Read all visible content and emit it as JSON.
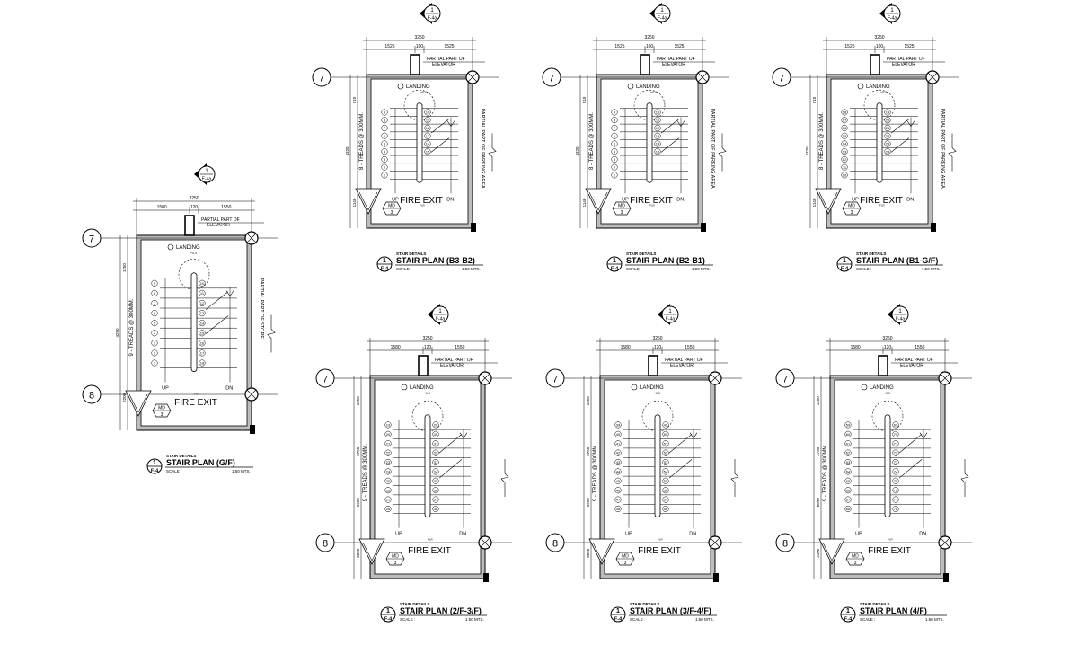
{
  "plans": [
    {
      "id": "gf",
      "detail_label": "STAIR DETAILS",
      "title": "STAIR PLAN (G/F)",
      "scale_label": "SCALE :",
      "scale_value": "1:50 MTS.",
      "callout_number": "1",
      "callout_sheet": "F-4",
      "section_ref_number": "1",
      "section_ref_sheet": "F-4a",
      "grid_top": "7",
      "grid_bottom": "8",
      "landing_label": "LANDING",
      "fire_exit": "FIRE EXIT",
      "up_label": "UP",
      "dn_label": "DN.",
      "elevator_note": [
        "PARTIAL PART OF",
        "ELEVATOR"
      ],
      "side_note": "PARTIAL PART OF STORE",
      "treads_note": "9 - TREADS @ 300MM.",
      "dim_overall": "3250",
      "dim_parts": [
        "1580",
        "120",
        "1550"
      ],
      "dim_vertical": [
        "1250",
        "4290",
        "2200"
      ],
      "tag_top": "MD",
      "tag_bottom": "3",
      "left_numbers": [
        "9",
        "8",
        "7",
        "6",
        "5",
        "4",
        "3",
        "2",
        "1"
      ],
      "right_numbers": [
        "10",
        "11",
        "12",
        "13",
        "14",
        "15",
        "16",
        "17",
        "18"
      ]
    },
    {
      "id": "b3b2",
      "detail_label": "STAIR DETAILS",
      "title": "STAIR PLAN (B3-B2)",
      "scale_label": "SCALE :",
      "scale_value": "1:50 MTS.",
      "callout_number": "1",
      "callout_sheet": "F-4",
      "section_ref_number": "1",
      "section_ref_sheet": "F-4a",
      "grid_top": "7",
      "grid_bottom": "",
      "landing_label": "LANDING",
      "fire_exit": "FIRE EXIT",
      "up_label": "UP",
      "dn_label": "DN.",
      "elevator_note": [
        "PARTIAL PART OF",
        "ELEVATOR"
      ],
      "side_note": "PARTIAL PART OF PARKING AREA",
      "treads_note": "8 - TREADS @ 300MM.",
      "dim_overall": "3250",
      "dim_parts": [
        "1525",
        "100",
        "1525"
      ],
      "dim_vertical": [
        "910",
        "4320",
        "1140"
      ],
      "tag_top": "MD",
      "tag_bottom": "3",
      "left_numbers": [
        "9",
        "8",
        "7",
        "6",
        "5",
        "4",
        "3",
        "2",
        "1"
      ],
      "right_numbers": [
        "10",
        "11",
        "12",
        "13",
        "14",
        "15"
      ]
    },
    {
      "id": "b2b1",
      "detail_label": "STAIR DETAILS",
      "title": "STAIR PLAN (B2-B1)",
      "scale_label": "SCALE :",
      "scale_value": "1:50 MTS.",
      "callout_number": "1",
      "callout_sheet": "F-4",
      "section_ref_number": "1",
      "section_ref_sheet": "F-4a",
      "grid_top": "7",
      "grid_bottom": "",
      "landing_label": "LANDING",
      "fire_exit": "FIRE EXIT",
      "up_label": "UP",
      "dn_label": "DN.",
      "elevator_note": [
        "PARTIAL PART OF",
        "ELEVATOR"
      ],
      "side_note": "PARTIAL PART OF PARKING AREA",
      "treads_note": "8 - TREADS @ 300MM.",
      "dim_overall": "3250",
      "dim_parts": [
        "1525",
        "100",
        "1525"
      ],
      "dim_vertical": [
        "910",
        "4320",
        "1140"
      ],
      "tag_top": "MD",
      "tag_bottom": "3",
      "left_numbers": [
        "9",
        "8",
        "7",
        "6",
        "5",
        "4",
        "3",
        "2",
        "1"
      ],
      "right_numbers": [
        "10",
        "11",
        "12",
        "13",
        "14",
        "15"
      ]
    },
    {
      "id": "b1gf",
      "detail_label": "STAIR DETAILS",
      "title": "STAIR PLAN (B1-G/F)",
      "scale_label": "SCALE :",
      "scale_value": "1:50 MTS.",
      "callout_number": "1",
      "callout_sheet": "F-4",
      "section_ref_number": "1",
      "section_ref_sheet": "F-4a",
      "grid_top": "7",
      "grid_bottom": "",
      "landing_label": "LANDING",
      "fire_exit": "FIRE EXIT",
      "up_label": "UP",
      "dn_label": "DN.",
      "elevator_note": [
        "PARTIAL PART OF",
        "ELEVATOR"
      ],
      "side_note": "PARTIAL PART OF PARKING AREA",
      "treads_note": "8 - TREADS @ 300MM.",
      "dim_overall": "3250",
      "dim_parts": [
        "1525",
        "100",
        "1525"
      ],
      "dim_vertical": [
        "910",
        "4320",
        "1140"
      ],
      "tag_top": "MD",
      "tag_bottom": "3",
      "left_numbers": [
        "18",
        "17",
        "16",
        "15",
        "14",
        "13",
        "12",
        "11",
        "10"
      ],
      "right_numbers": [
        "19",
        "20",
        "21",
        "22",
        "23",
        "24"
      ]
    },
    {
      "id": "2f3f",
      "detail_label": "STAIR DETAILS",
      "title": "STAIR PLAN (2/F-3/F)",
      "scale_label": "SCALE :",
      "scale_value": "1:50 MTS.",
      "callout_number": "1",
      "callout_sheet": "F-4",
      "section_ref_number": "1",
      "section_ref_sheet": "F-4a",
      "grid_top": "7",
      "grid_bottom": "8",
      "landing_label": "LANDING",
      "fire_exit": "FIRE EXIT",
      "up_label": "UP",
      "dn_label": "DN.",
      "elevator_note": [
        "PARTIAL PART OF",
        "ELEVATOR"
      ],
      "side_note": "",
      "treads_note": "9 - TREADS @ 300MM.",
      "dim_overall": "3250",
      "dim_parts": [
        "1580",
        "120",
        "1550"
      ],
      "dim_vertical": [
        "1250",
        "2750",
        "6690",
        "2200"
      ],
      "tag_top": "MD",
      "tag_bottom": "3",
      "left_numbers": [
        "19",
        "20",
        "21",
        "22",
        "23",
        "24",
        "25",
        "26",
        "27",
        "28"
      ],
      "right_numbers": [
        "29",
        "30",
        "31",
        "32",
        "33",
        "34",
        "35",
        "36",
        "37",
        "38"
      ]
    },
    {
      "id": "3f4f",
      "detail_label": "STAIR DETAILS",
      "title": "STAIR PLAN (3/F-4/F)",
      "scale_label": "SCALE :",
      "scale_value": "1:50 MTS.",
      "callout_number": "1",
      "callout_sheet": "F-4",
      "section_ref_number": "1",
      "section_ref_sheet": "F-4a",
      "grid_top": "7",
      "grid_bottom": "8",
      "landing_label": "LANDING",
      "fire_exit": "FIRE EXIT",
      "up_label": "UP",
      "dn_label": "DN.",
      "elevator_note": [
        "PARTIAL PART OF",
        "ELEVATOR"
      ],
      "side_note": "",
      "treads_note": "9 - TREADS @ 300MM.",
      "dim_overall": "3250",
      "dim_parts": [
        "1580",
        "120",
        "1550"
      ],
      "dim_vertical": [
        "1250",
        "2750",
        "6690",
        "2200"
      ],
      "tag_top": "MD",
      "tag_bottom": "3",
      "left_numbers": [
        "39",
        "40",
        "41",
        "42",
        "43",
        "44",
        "45",
        "46",
        "47",
        "48"
      ],
      "right_numbers": [
        "49",
        "50",
        "51",
        "52",
        "53",
        "54",
        "55",
        "56",
        "57",
        "58"
      ]
    },
    {
      "id": "4f",
      "detail_label": "STAIR DETAILS",
      "title": "STAIR PLAN (4/F)",
      "scale_label": "SCALE :",
      "scale_value": "1:50 MTS.",
      "callout_number": "1",
      "callout_sheet": "F-4",
      "section_ref_number": "1",
      "section_ref_sheet": "F-4a",
      "grid_top": "7",
      "grid_bottom": "8",
      "landing_label": "LANDING",
      "fire_exit": "FIRE EXIT",
      "up_label": "UP",
      "dn_label": "DN.",
      "elevator_note": [
        "PARTIAL PART OF",
        "ELEVATOR"
      ],
      "side_note": "",
      "treads_note": "9 - TREADS @ 300MM.",
      "dim_overall": "3250",
      "dim_parts": [
        "1580",
        "120",
        "1550"
      ],
      "dim_vertical": [
        "1250",
        "2750",
        "6690",
        "2200"
      ],
      "tag_top": "MD",
      "tag_bottom": "3",
      "left_numbers": [
        "59",
        "60",
        "61",
        "62",
        "63",
        "64",
        "65",
        "66",
        "67",
        "68"
      ],
      "right_numbers": [
        "69",
        "70",
        "71",
        "72",
        "73",
        "74",
        "75",
        "76",
        "77",
        "78"
      ]
    }
  ]
}
